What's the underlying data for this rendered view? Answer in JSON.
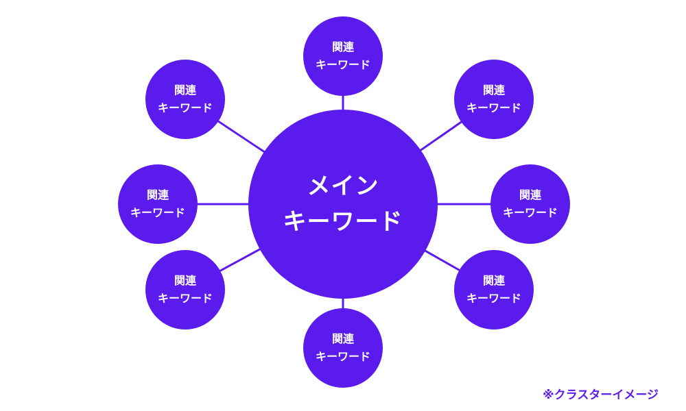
{
  "colors": {
    "accent": "#5b1bec",
    "background": "#ffffff"
  },
  "main_node": {
    "line1": "メイン",
    "line2": "キーワード"
  },
  "related_nodes": [
    {
      "line1": "関連",
      "line2": "キーワード"
    },
    {
      "line1": "関連",
      "line2": "キーワード"
    },
    {
      "line1": "関連",
      "line2": "キーワード"
    },
    {
      "line1": "関連",
      "line2": "キーワード"
    },
    {
      "line1": "関連",
      "line2": "キーワード"
    },
    {
      "line1": "関連",
      "line2": "キーワード"
    },
    {
      "line1": "関連",
      "line2": "キーワード"
    },
    {
      "line1": "関連",
      "line2": "キーワード"
    }
  ],
  "caption": "※クラスターイメージ"
}
